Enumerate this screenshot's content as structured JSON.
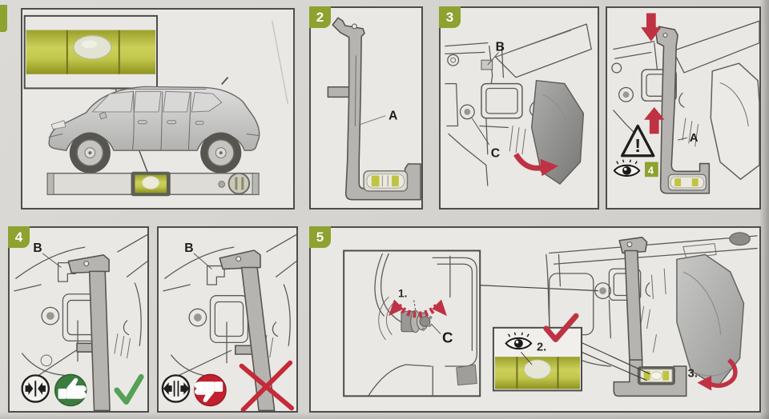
{
  "document": {
    "kind": "printed installation instructions, headlight aiming bracket with spirit level"
  },
  "colors": {
    "paper": "#d6d4d0",
    "panel_bg": "#eae8e4",
    "line_art": "#5a5a5a",
    "badge_green": "#8da22f",
    "arrow_red": "#bf3244",
    "ok_green": "#3c7c40",
    "bad_red": "#c2202e",
    "check_green": "#55a155",
    "cross_red": "#c62a38",
    "vial_green": "#bfc444",
    "metal_gray": "#b6b4b0"
  },
  "icons": {
    "warning": "!",
    "eye": "observe",
    "thumbs_up": "correct",
    "thumbs_down": "incorrect",
    "check": "ok",
    "cross": "not-ok",
    "converge_arrows": "flush-together",
    "diverge_arrows": "gap-apart",
    "rotate_arc": "turn-either-direction",
    "curved_arrow": "swing-panel"
  },
  "panels": {
    "p1": {
      "badge": "",
      "content": "car on level ground with spirit level, bubble centered"
    },
    "p2": {
      "badge": "2",
      "labels": {
        "a": "A"
      },
      "content": "aiming bracket tool A with built-in spirit level"
    },
    "p3": {
      "badge": "3",
      "labels": {
        "b": "B",
        "c": "C",
        "a": "A"
      },
      "warning": "!",
      "see_step": "4",
      "content": "swing headlight open, hook bracket A onto points B and C"
    },
    "p4": {
      "badge": "4",
      "labels": {
        "b_ok": "B",
        "b_bad": "B"
      },
      "content": "left: bracket flush = correct; right: bracket with gap = incorrect"
    },
    "p5": {
      "badge": "5",
      "labels": {
        "c": "C"
      },
      "substeps": {
        "s1": "1.",
        "s2": "2.",
        "s3": "3."
      },
      "content": "turn adjuster C until bubble is centered, then swing headlight back"
    }
  }
}
